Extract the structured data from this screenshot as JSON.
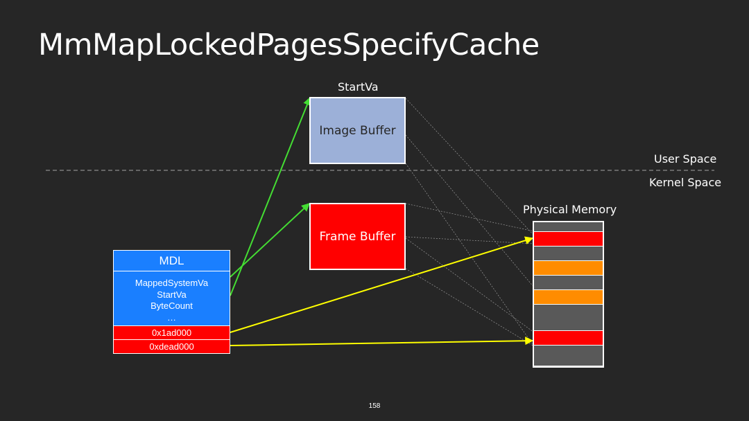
{
  "title": "MmMapLockedPagesSpecifyCache",
  "labels": {
    "startva": "StartVa",
    "user_space": "User Space",
    "kernel_space": "Kernel Space",
    "physical_memory": "Physical Memory"
  },
  "image_buffer": {
    "label": "Image Buffer",
    "color": "#9cb0d8"
  },
  "frame_buffer": {
    "label": "Frame Buffer",
    "color": "#ff0000"
  },
  "mdl": {
    "header": "MDL",
    "fields": [
      "MappedSystemVa",
      "StartVa",
      "ByteCount",
      "…"
    ],
    "pfns": [
      "0x1ad000",
      "0xdead000"
    ],
    "color": "#1a7fff"
  },
  "physical_pages": [
    {
      "color": "#595959"
    },
    {
      "color": "#ff0000"
    },
    {
      "color": "#595959"
    },
    {
      "color": "#ff8c00"
    },
    {
      "color": "#595959"
    },
    {
      "color": "#ff8c00"
    },
    {
      "color": "#595959"
    },
    {
      "color": "#ff0000"
    },
    {
      "color": "#595959"
    }
  ],
  "colors": {
    "green_arrow": "#44dd33",
    "yellow_arrow": "#ffff00",
    "divider": "#8c8c8c"
  },
  "page_number": "158"
}
